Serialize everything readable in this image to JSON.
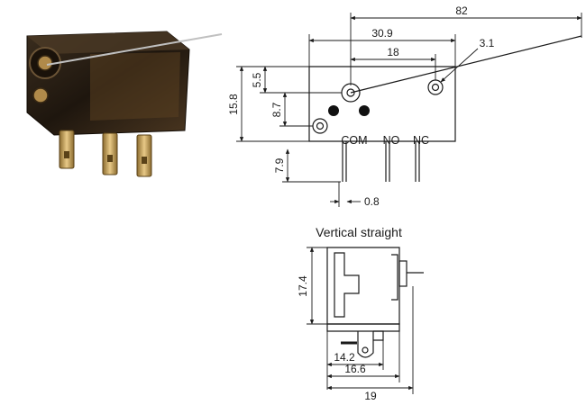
{
  "top_view": {
    "dims": {
      "lever_length": "82",
      "body_length": "30.9",
      "hole_spacing": "18",
      "hole_diameter": "3.1",
      "body_height": "15.8",
      "pivot_offset": "5.5",
      "lower_offset": "8.7",
      "terminal_length": "7.9",
      "terminal_width": "0.8"
    },
    "terminals": {
      "com": "COM",
      "no": "NO",
      "nc": "NC"
    }
  },
  "side_view": {
    "title": "Vertical straight",
    "dims": {
      "height": "17.4",
      "width_a": "14.2",
      "width_b": "16.6",
      "width_c": "19"
    }
  },
  "colors": {
    "line": "#1a1a1a",
    "photo_body": "#2a1f14",
    "terminal_metal": "#c9a25a"
  }
}
